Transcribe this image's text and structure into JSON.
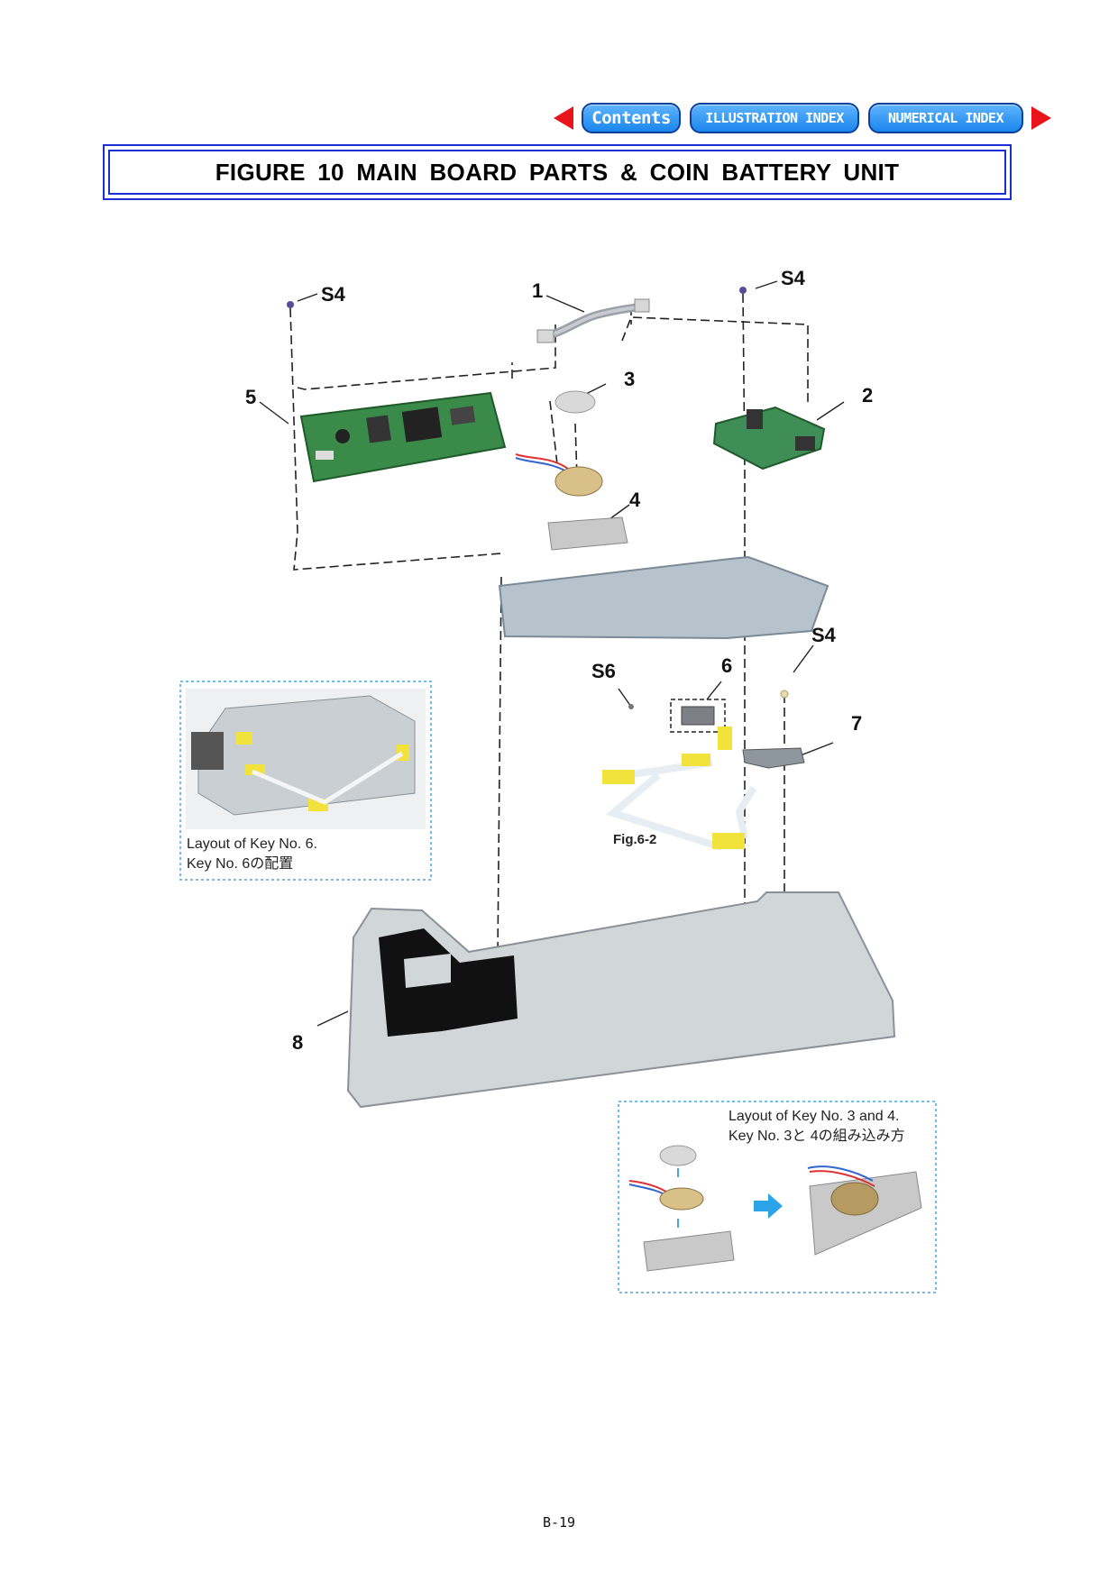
{
  "nav": {
    "contents": "Contents",
    "illustration_index": "ILLUSTRATION INDEX",
    "numerical_index": "NUMERICAL INDEX"
  },
  "title": "FIGURE  10   MAIN BOARD PARTS & COIN BATTERY UNIT",
  "callouts": {
    "p1": "1",
    "p2": "2",
    "p3": "3",
    "p4": "4",
    "p5": "5",
    "p6": "6",
    "p7": "7",
    "p8": "8",
    "s4a": "S4",
    "s4b": "S4",
    "s4c": "S4",
    "s6": "S6"
  },
  "fig_ref": "Fig.6-2",
  "inset_key6": {
    "caption_en": "Layout of Key No. 6.",
    "caption_jp": "Key No. 6の配置"
  },
  "inset_key34": {
    "caption_en": "Layout of Key No. 3 and 4.",
    "caption_jp": "Key No. 3と  4の組み込み方"
  },
  "page_number": "B-19"
}
